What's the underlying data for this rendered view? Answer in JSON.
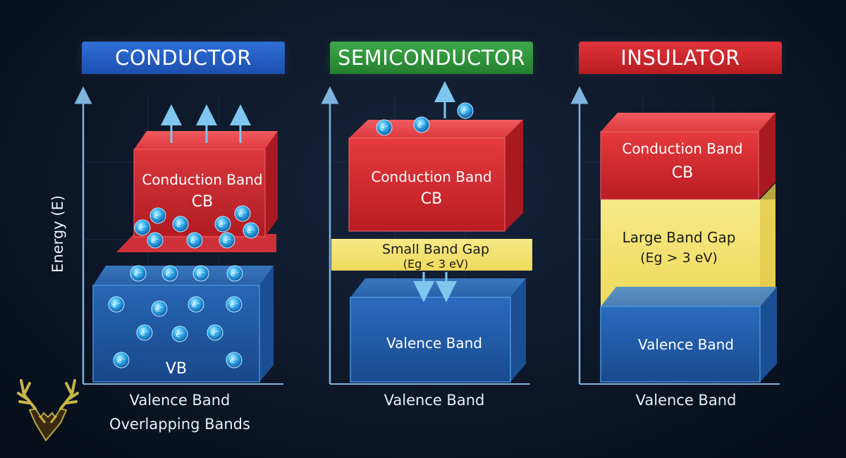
{
  "panels": [
    {
      "title": "CONDUCTOR",
      "cb_label": "Conduction Band",
      "cb_short": "CB",
      "vb_label": "VB",
      "caption_line1": "Valence Band",
      "caption_line2": "Overlapping Bands"
    },
    {
      "title": "SEMICONDUCTOR",
      "cb_label": "Conduction Band",
      "cb_short": "CB",
      "gap_label": "Small Band Gap",
      "gap_value": "(Eg < 3 eV)",
      "vb_label": "Valence Band",
      "caption_line1": "Valence Band"
    },
    {
      "title": "INSULATOR",
      "cb_label": "Conduction Band",
      "cb_short": "CB",
      "gap_label": "Large Band Gap",
      "gap_value": "(Eg > 3 eV)",
      "vb_label": "Valence Band",
      "caption_line1": "Valence Band"
    }
  ],
  "axis_label": "Energy (E)",
  "electron_symbol": "e⁻",
  "colors": {
    "conduction_band": "#d9262c",
    "valence_band": "#1f5aa8",
    "band_gap": "#f2e272",
    "conductor_header": "#2a64c8",
    "semiconductor_header": "#2f9a3c",
    "insulator_header": "#d4252b",
    "electron": "#2fa3e6"
  },
  "icons": {
    "logo": "stag-head-logo-icon",
    "electron": "electron-icon",
    "arrow": "up-arrow-icon"
  }
}
